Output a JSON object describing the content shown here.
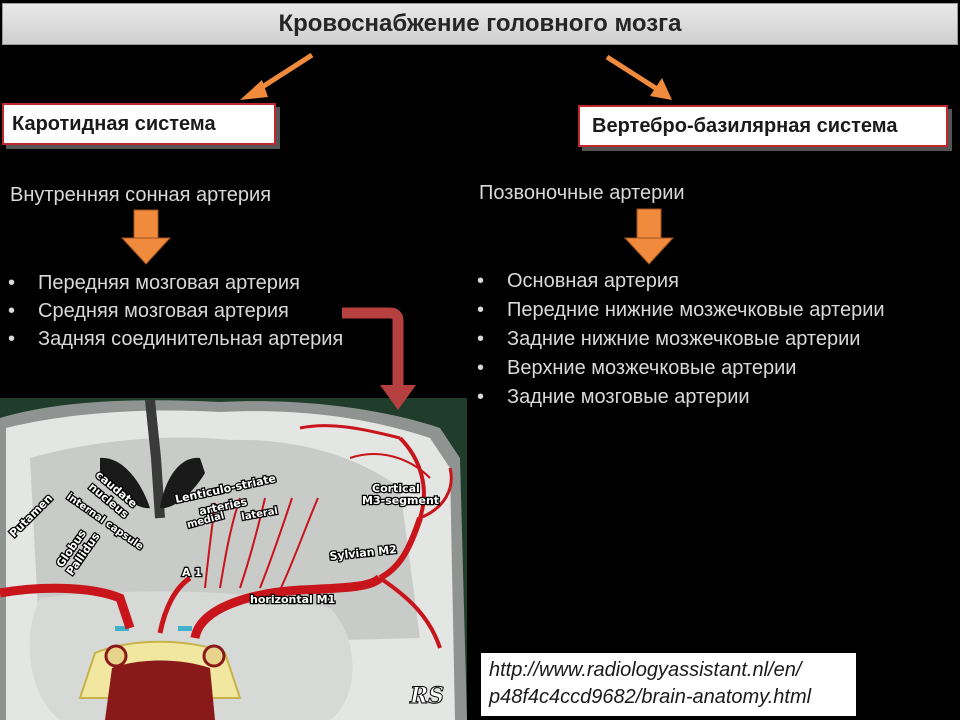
{
  "slide": {
    "title": "Кровоснабжение головного мозга",
    "left": {
      "system": "Каротидная система",
      "artery": "Внутренняя сонная артерия",
      "branches": [
        "Передняя мозговая артерия",
        "Средняя мозговая артерия",
        "Задняя соединительная артерия"
      ]
    },
    "right": {
      "system": "Вертебро-базилярная система",
      "artery": "Позвоночные артерии",
      "branches": [
        "Основная артерия",
        "Передние нижние мозжечковые артерии",
        "Задние нижние мозжечковые артерии",
        "Верхние мозжечковые артерии",
        "Задние мозговые артерии"
      ]
    },
    "source": {
      "line1": "http://www.radiologyassistant.nl/en/",
      "line2": "p48f4c4ccd9682/brain-anatomy.html"
    }
  },
  "diagram": {
    "labels": {
      "putamen": "Putamen",
      "caudate": "caudate",
      "nucleus": "nucleus",
      "internal_capsule": "internal capsule",
      "globus": "Globus",
      "pallidus": "Pallidus",
      "lenticulo1": "Lenticulo-striate",
      "lenticulo2": "arteries",
      "medial": "medial",
      "lateral": "lateral",
      "cortical": "Cortical",
      "m3": "M3-segment",
      "sylvian": "Sylvian M2",
      "a1": "A 1",
      "horizontal": "horizontal M1",
      "signature": "RS"
    }
  },
  "colors": {
    "background": "#000000",
    "box_border": "#c2272d",
    "arrow_orange": "#f08a3c",
    "arrow_red": "#b5403f",
    "artery": "#c8141b"
  }
}
